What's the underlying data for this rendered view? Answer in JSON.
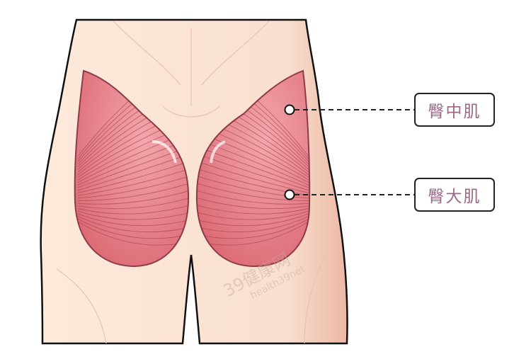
{
  "labels": {
    "gluteus_medius": "臀中肌",
    "gluteus_maximus": "臀大肌"
  },
  "watermark": {
    "brand": "39健康网",
    "domain": "health39net"
  },
  "colors": {
    "skin": "#fbe3d3",
    "muscle": "#e27f86",
    "muscle_outline": "#8e3a48",
    "label_text": "#9a6a86"
  }
}
